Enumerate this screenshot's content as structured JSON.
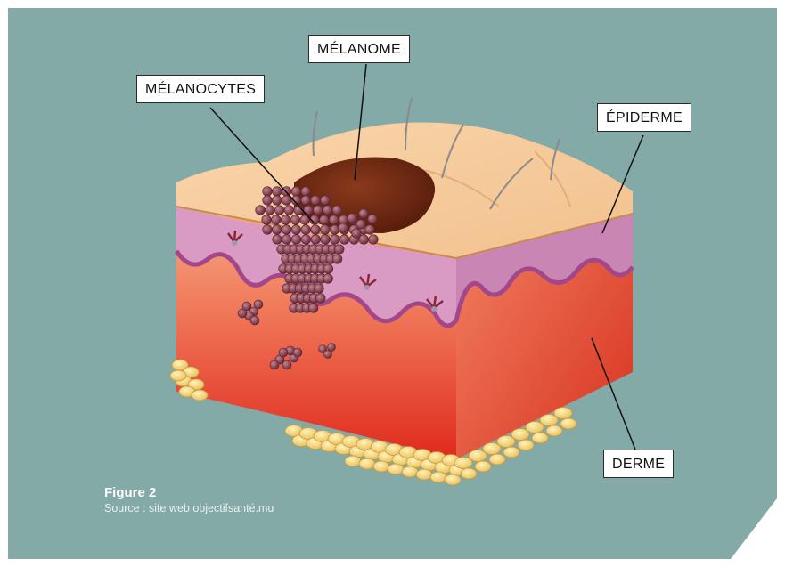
{
  "colors": {
    "background": "#84AAA8",
    "frame": "#FFFFFF",
    "epidermis_top": "#F5CFA0",
    "epidermis_layer": "#D89BC5",
    "dermis": "#F06848",
    "dermis_deep": "#E02A1E",
    "melanoma": "#6E2A14",
    "melanocyte": "#8C4A58",
    "fat": "#F2D27A"
  },
  "labels": {
    "melanome": "MÉLANOME",
    "melanocytes": "MÉLANOCYTES",
    "epiderme": "ÉPIDERME",
    "derme": "DERME"
  },
  "caption": {
    "title": "Figure 2",
    "source": "Source : site web objectifsanté.mu"
  }
}
